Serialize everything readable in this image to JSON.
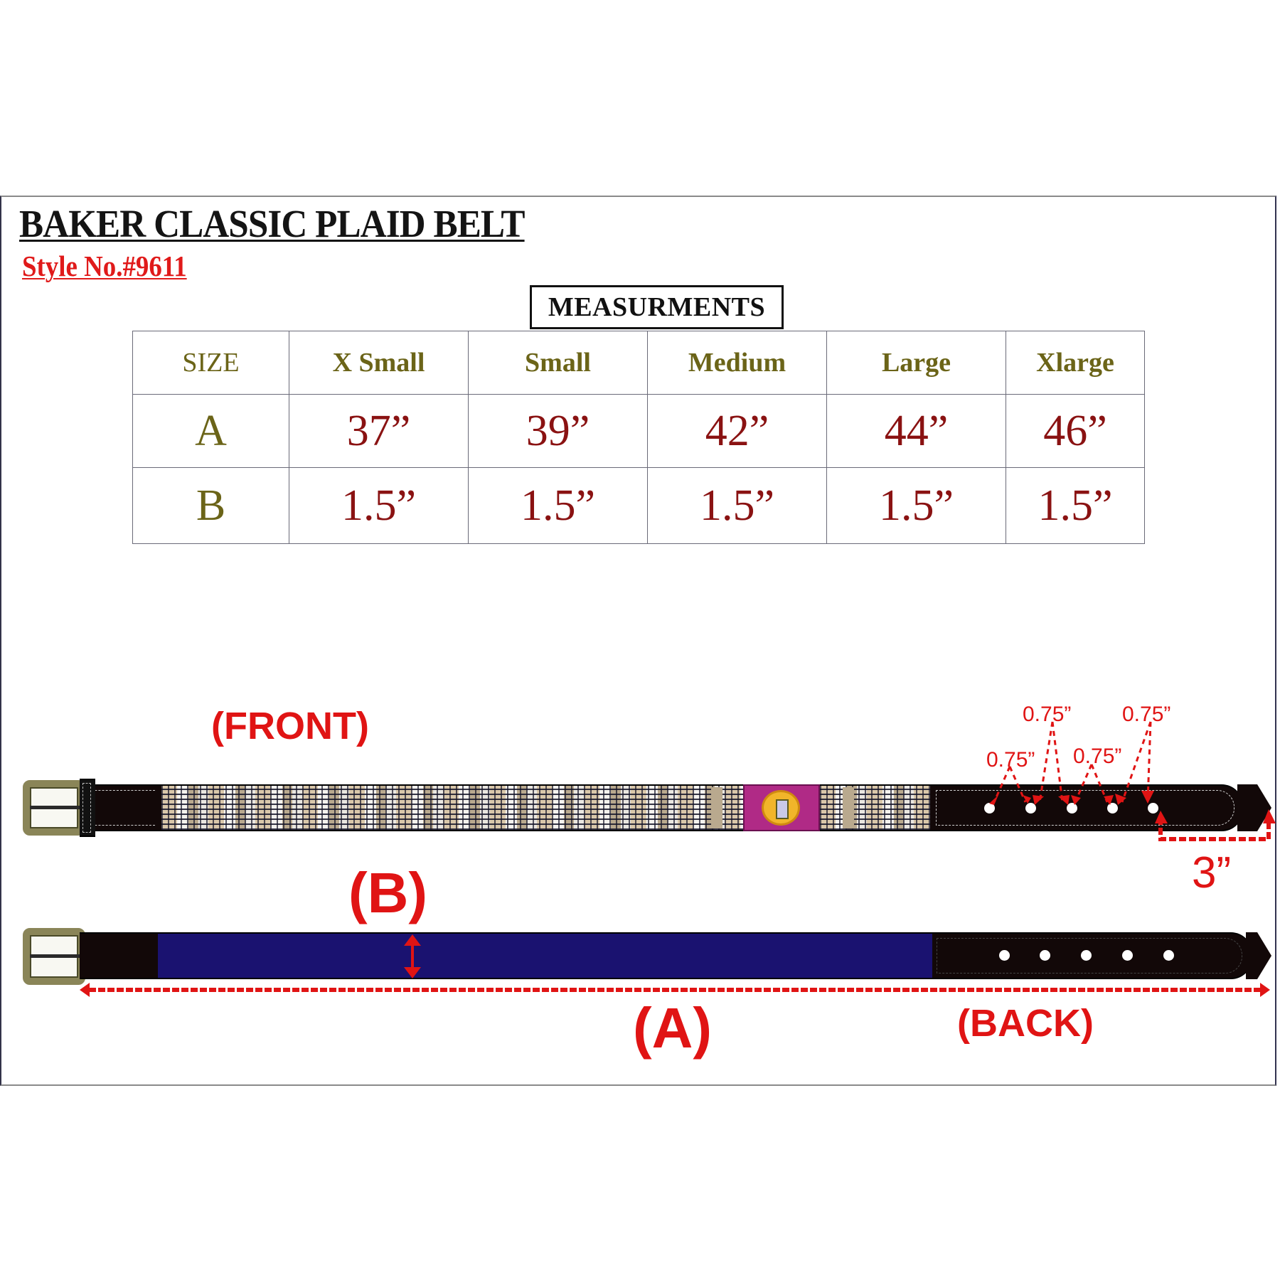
{
  "header": {
    "title": "BAKER CLASSIC PLAID BELT",
    "style_number": "Style No.#9611"
  },
  "measurements": {
    "heading": "MEASURMENTS",
    "columns": [
      "SIZE",
      "X Small",
      "Small",
      "Medium",
      "Large",
      "Xlarge"
    ],
    "rows": [
      {
        "label": "A",
        "values": [
          "37”",
          "39”",
          "42”",
          "44”",
          "46”"
        ]
      },
      {
        "label": "B",
        "values": [
          "1.5”",
          "1.5”",
          "1.5”",
          "1.5”",
          "1.5”"
        ]
      }
    ]
  },
  "diagram": {
    "front_label": "(FRONT)",
    "back_label": "(BACK)",
    "width_label": "(B)",
    "length_label": "(A)",
    "hole_spacing_labels": [
      "0.75”",
      "0.75”",
      "0.75”",
      "0.75”"
    ],
    "tip_distance_label": "3”",
    "hole_count": 5,
    "colors": {
      "annotation_red": "#e01414",
      "leather_black": "#120808",
      "back_navy": "#1a1270",
      "header_olive": "#6b6418",
      "value_maroon": "#8a1212",
      "logo_magenta": "#b02a86",
      "logo_gold": "#f1b52a"
    }
  }
}
